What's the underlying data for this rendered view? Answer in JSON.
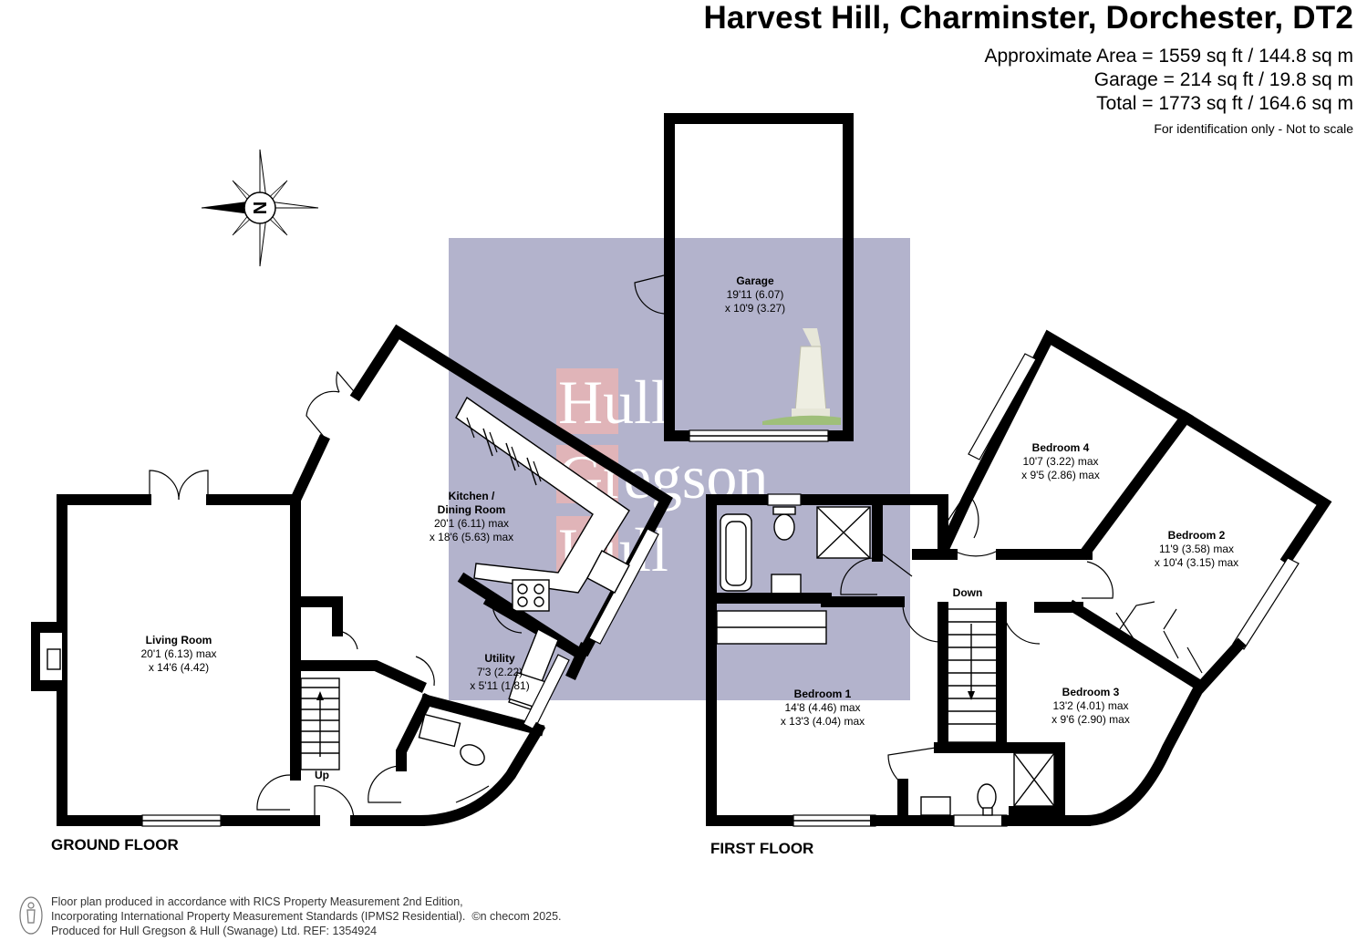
{
  "header": {
    "title": "Harvest Hill, Charminster, Dorchester, DT2",
    "area_lines": [
      "Approximate Area = 1559 sq ft / 144.8 sq m",
      "Garage = 214 sq ft / 19.8 sq m",
      "Total = 1773 sq ft / 164.6 sq m"
    ],
    "note": "For identification only - Not to scale"
  },
  "compass": {
    "letter": "N",
    "icon": "compass-rose-icon"
  },
  "floors": {
    "ground": "GROUND FLOOR",
    "first": "FIRST FLOOR"
  },
  "rooms": {
    "garage": {
      "name": "Garage",
      "dims": [
        "19'11 (6.07)",
        "x 10'9 (3.27)"
      ]
    },
    "kitchen": {
      "name": [
        "Kitchen /",
        "Dining Room"
      ],
      "dims": [
        "20'1 (6.11) max",
        "x 18'6 (5.63) max"
      ]
    },
    "living": {
      "name": "Living Room",
      "dims": [
        "20'1 (6.13) max",
        "x 14'6 (4.42)"
      ]
    },
    "utility": {
      "name": "Utility",
      "dims": [
        "7'3 (2.22)",
        "x 5'11 (1.81)"
      ]
    },
    "bedroom1": {
      "name": "Bedroom 1",
      "dims": [
        "14'8 (4.46) max",
        "x 13'3 (4.04) max"
      ]
    },
    "bedroom2": {
      "name": "Bedroom 2",
      "dims": [
        "11'9 (3.58) max",
        "x 10'4 (3.15) max"
      ]
    },
    "bedroom3": {
      "name": "Bedroom 3",
      "dims": [
        "13'2 (4.01) max",
        "x 9'6 (2.90) max"
      ]
    },
    "bedroom4": {
      "name": "Bedroom 4",
      "dims": [
        "10'7 (3.22) max",
        "x 9'5 (2.86) max"
      ]
    }
  },
  "stairs": {
    "up": "Up",
    "down": "Down"
  },
  "watermark": {
    "lines": [
      "Hull",
      "Gregson",
      "Hull"
    ],
    "color": "#b3b3cc",
    "letter_bg": "#e8b0b0"
  },
  "footer": {
    "lines": [
      "Floor plan produced in accordance with RICS Property Measurement 2nd Edition,",
      "Incorporating International Property Measurement Standards (IPMS2 Residential).",
      "Produced for Hull Gregson & Hull (Swanage) Ltd.   REF:  1354924"
    ],
    "copyright": "©n checom 2025."
  }
}
